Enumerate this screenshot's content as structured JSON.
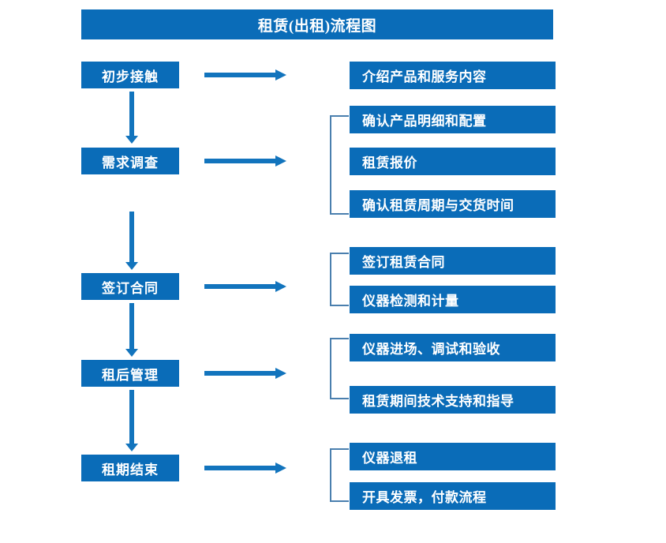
{
  "title": "租赁(出租)流程图",
  "colors": {
    "box_blue": "#0a6cb8",
    "arrow_blue": "#1274bd",
    "bracket_blue": "#4a7fae",
    "text_white": "#ffffff",
    "background": "#ffffff"
  },
  "stages": [
    {
      "id": "stage-1",
      "label": "初步接触"
    },
    {
      "id": "stage-2",
      "label": "需求调查"
    },
    {
      "id": "stage-3",
      "label": "签订合同"
    },
    {
      "id": "stage-4",
      "label": "租后管理"
    },
    {
      "id": "stage-5",
      "label": "租期结束"
    }
  ],
  "details": [
    {
      "id": "detail-1-1",
      "label": "介绍产品和服务内容"
    },
    {
      "id": "detail-2-1",
      "label": "确认产品明细和配置"
    },
    {
      "id": "detail-2-2",
      "label": "租赁报价"
    },
    {
      "id": "detail-2-3",
      "label": "确认租赁周期与交货时间"
    },
    {
      "id": "detail-3-1",
      "label": "签订租赁合同"
    },
    {
      "id": "detail-3-2",
      "label": "仪器检测和计量"
    },
    {
      "id": "detail-4-1",
      "label": "仪器进场、调试和验收"
    },
    {
      "id": "detail-4-2",
      "label": "租赁期间技术支持和指导"
    },
    {
      "id": "detail-5-1",
      "label": "仪器退租"
    },
    {
      "id": "detail-5-2",
      "label": "开具发票，付款流程"
    }
  ],
  "connectors": {
    "vertical_arrow": "down-arrow",
    "horizontal_arrow": "right-arrow",
    "group_bracket": "bracket"
  },
  "groups": [
    {
      "stage": "需求调查",
      "members": [
        "确认产品明细和配置",
        "租赁报价",
        "确认租赁周期与交货时间"
      ]
    },
    {
      "stage": "签订合同",
      "members": [
        "签订租赁合同",
        "仪器检测和计量"
      ]
    },
    {
      "stage": "租后管理",
      "members": [
        "仪器进场、调试和验收",
        "租赁期间技术支持和指导"
      ]
    },
    {
      "stage": "租期结束",
      "members": [
        "仪器退租",
        "开具发票，付款流程"
      ]
    }
  ]
}
